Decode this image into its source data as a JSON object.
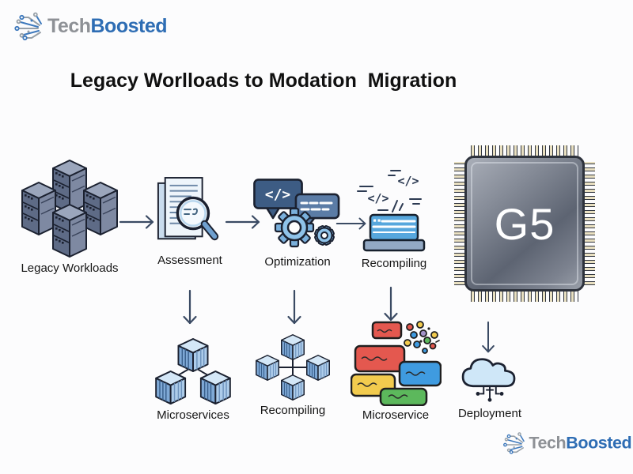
{
  "brand": {
    "tech": "Tech",
    "boosted": "Boosted"
  },
  "title": "Legacy Worlloads to Modation  Migration",
  "chip_label": "G5",
  "steps_top": [
    {
      "label": "Legacy Workloads",
      "icon": "server-cluster-icon"
    },
    {
      "label": "Assessment",
      "icon": "document-magnifier-icon"
    },
    {
      "label": "Optimization",
      "icon": "code-bubbles-gears-icon"
    },
    {
      "label": "Recompiling",
      "icon": "code-server-icon"
    }
  ],
  "steps_bottom": [
    {
      "label": "Microservices",
      "icon": "three-containers-icon"
    },
    {
      "label": "Recompiling",
      "icon": "four-containers-icon"
    },
    {
      "label": "Microservice",
      "icon": "colored-blocks-dots-icon"
    },
    {
      "label": "Deployment",
      "icon": "cloud-circuit-icon"
    }
  ],
  "glyphs": {
    "code_bubble": "</>",
    "code_float_a": "</>",
    "code_float_b": "</>"
  },
  "colors": {
    "brand_blue": "#2e6db4",
    "brand_gray": "#8e9196",
    "arrow_navy": "#3a4a63",
    "icon_light_blue": "#8ec2e9",
    "icon_dark_blue": "#3d5c84",
    "server_slate": "#5e6b86",
    "chip_pin_beige": "#e9e0c1",
    "block_red": "#e4584f",
    "block_blue": "#3f9be0",
    "block_yellow": "#f2cb4e",
    "block_green": "#5cb85c"
  }
}
